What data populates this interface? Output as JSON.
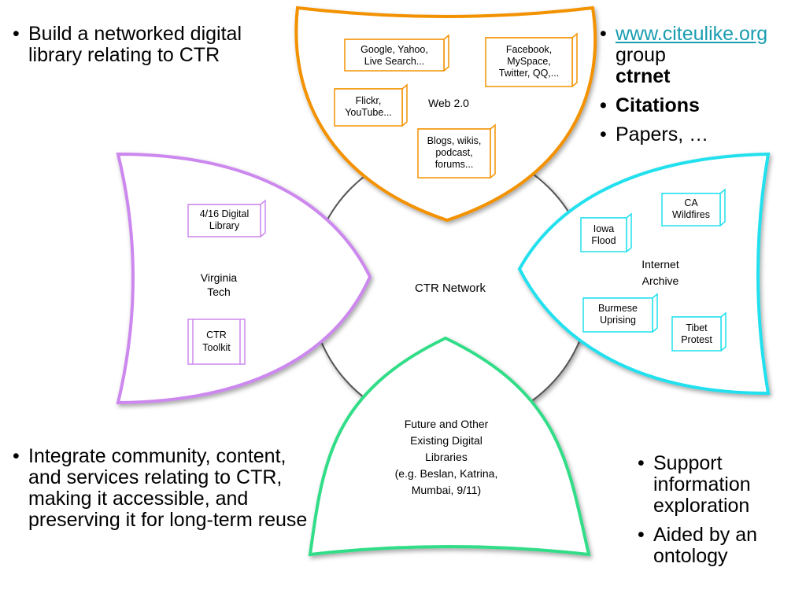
{
  "bullets": {
    "top_left": [
      "Build a networked digital library relating to CTR"
    ],
    "top_right": {
      "link_text": "www.citeulike.org",
      "group_text": "group",
      "group_name": "ctrnet",
      "items": [
        "Citations",
        "Papers, …"
      ]
    },
    "bottom_left": [
      "Integrate community, content, and services relating to CTR, making it accessible, and preserving it for long-term reuse"
    ],
    "bottom_right": [
      "Support information exploration",
      "Aided by an ontology"
    ]
  },
  "diagram": {
    "center_label": "CTR Network",
    "petals": [
      {
        "id": "web20",
        "label": [
          "Web 2.0"
        ],
        "color": "#f39200",
        "boxes": [
          {
            "lines": [
              "Google, Yahoo,",
              "Live Search..."
            ]
          },
          {
            "lines": [
              "Facebook,",
              "MySpace,",
              "Twitter, QQ,..."
            ]
          },
          {
            "lines": [
              "Flickr,",
              "YouTube..."
            ]
          },
          {
            "lines": [
              "Blogs, wikis,",
              "podcast,",
              "forums..."
            ]
          }
        ]
      },
      {
        "id": "virginia-tech",
        "label": [
          "Virginia",
          "Tech"
        ],
        "color": "#cc88ee",
        "boxes": [
          {
            "lines": [
              "4/16 Digital",
              "Library"
            ]
          },
          {
            "lines": [
              "CTR",
              "Toolkit"
            ]
          }
        ]
      },
      {
        "id": "internet-archive",
        "label": [
          "Internet",
          "Archive"
        ],
        "color": "#22e0ee",
        "boxes": [
          {
            "lines": [
              "CA",
              "Wildfires"
            ]
          },
          {
            "lines": [
              "Iowa",
              "Flood"
            ]
          },
          {
            "lines": [
              "Burmese",
              "Uprising"
            ]
          },
          {
            "lines": [
              "Tibet",
              "Protest"
            ]
          }
        ]
      },
      {
        "id": "future-libraries",
        "label": [
          "Future and Other",
          "Existing Digital",
          "Libraries",
          "(e.g. Beslan, Katrina,",
          "Mumbai, 9/11)"
        ],
        "color": "#33dd88",
        "boxes": []
      }
    ]
  }
}
